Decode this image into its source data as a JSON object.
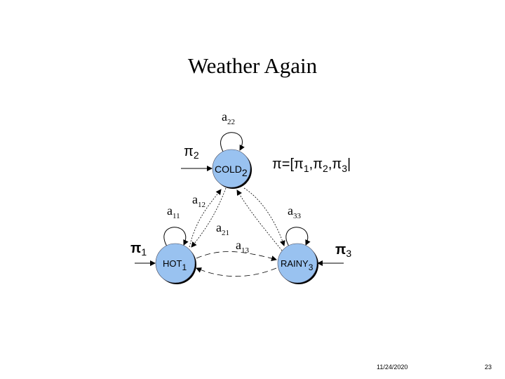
{
  "slide": {
    "title": "Weather Again",
    "footer_date": "11/24/2020",
    "page_number": "23"
  },
  "diagram": {
    "node_color": "#99c2f0",
    "nodes": [
      {
        "id": "cold",
        "label": "COLD",
        "sub": "2"
      },
      {
        "id": "hot",
        "label": "HOT",
        "sub": "1"
      },
      {
        "id": "rainy",
        "label": "RAINY",
        "sub": "3"
      }
    ],
    "self_loops": [
      {
        "base": "a",
        "sub": "22"
      },
      {
        "base": "a",
        "sub": "11"
      },
      {
        "base": "a",
        "sub": "33"
      }
    ],
    "transitions": [
      {
        "base": "a",
        "sub": "12"
      },
      {
        "base": "a",
        "sub": "21"
      },
      {
        "base": "a",
        "sub": "13"
      }
    ],
    "initial": [
      {
        "base": "π",
        "sub": "1"
      },
      {
        "base": "π",
        "sub": "2"
      },
      {
        "base": "π",
        "sub": "3"
      }
    ],
    "pi_vector": {
      "lhs": "π=[",
      "p1": "π",
      "s1": "1",
      "sep1": ",",
      "p2": "π",
      "s2": "2",
      "sep2": ",",
      "p3": "π",
      "s3": "3",
      "rhs": "|"
    }
  }
}
